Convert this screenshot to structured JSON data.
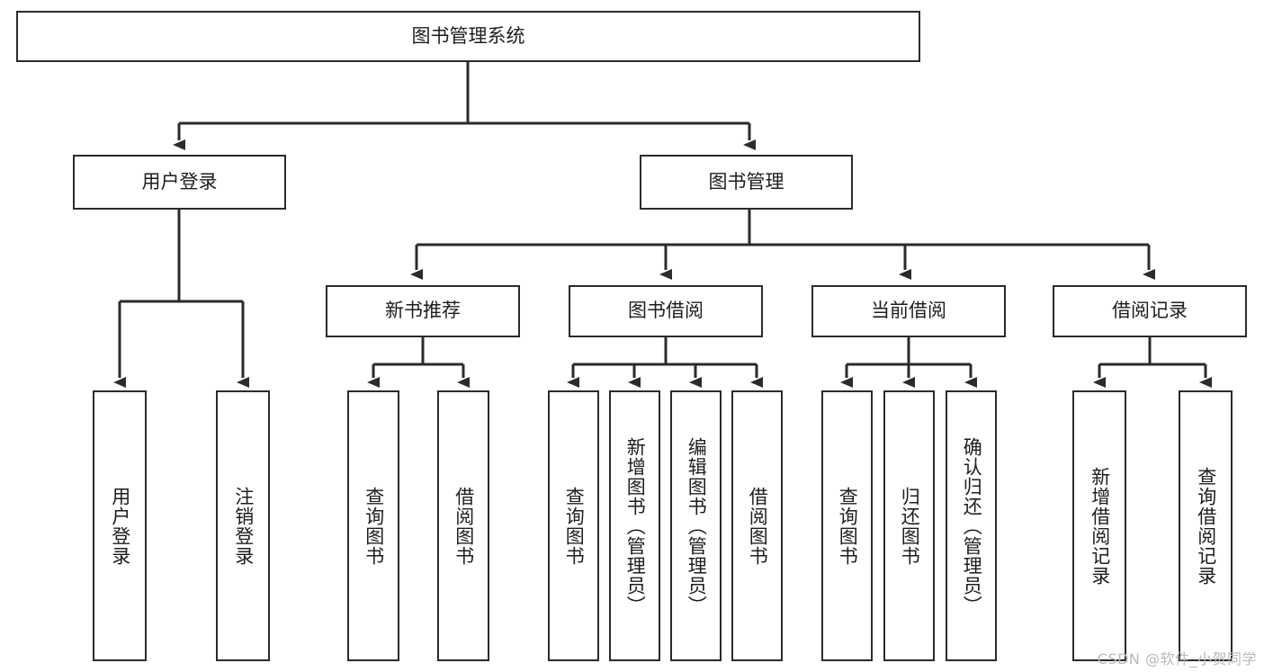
{
  "diagram": {
    "title": "图书管理系统",
    "type": "tree-hierarchy",
    "root": {
      "label": "图书管理系统"
    },
    "level2": [
      {
        "label": "用户登录"
      },
      {
        "label": "图书管理"
      }
    ],
    "level3": [
      {
        "label": "新书推荐"
      },
      {
        "label": "图书借阅"
      },
      {
        "label": "当前借阅"
      },
      {
        "label": "借阅记录"
      }
    ],
    "leaves": [
      {
        "label": "用户登录",
        "parent": "用户登录"
      },
      {
        "label": "注销登录",
        "parent": "用户登录"
      },
      {
        "label": "查询图书",
        "parent": "新书推荐"
      },
      {
        "label": "借阅图书",
        "parent": "新书推荐"
      },
      {
        "label": "查询图书",
        "parent": "图书借阅"
      },
      {
        "label": "新增图书（管理员）",
        "parent": "图书借阅"
      },
      {
        "label": "编辑图书（管理员）",
        "parent": "图书借阅"
      },
      {
        "label": "借阅图书",
        "parent": "图书借阅"
      },
      {
        "label": "查询图书",
        "parent": "当前借阅"
      },
      {
        "label": "归还图书",
        "parent": "当前借阅"
      },
      {
        "label": "确认归还（管理员）",
        "parent": "当前借阅"
      },
      {
        "label": "新增借阅记录",
        "parent": "借阅记录"
      },
      {
        "label": "查询借阅记录",
        "parent": "借阅记录"
      }
    ]
  },
  "watermark": {
    "text": "CSDN @软件_小贺同学"
  },
  "colors": {
    "stroke": "#2b2b2b",
    "background": "#ffffff",
    "text": "#1d1d1d",
    "watermark": "#b9b9b9"
  }
}
